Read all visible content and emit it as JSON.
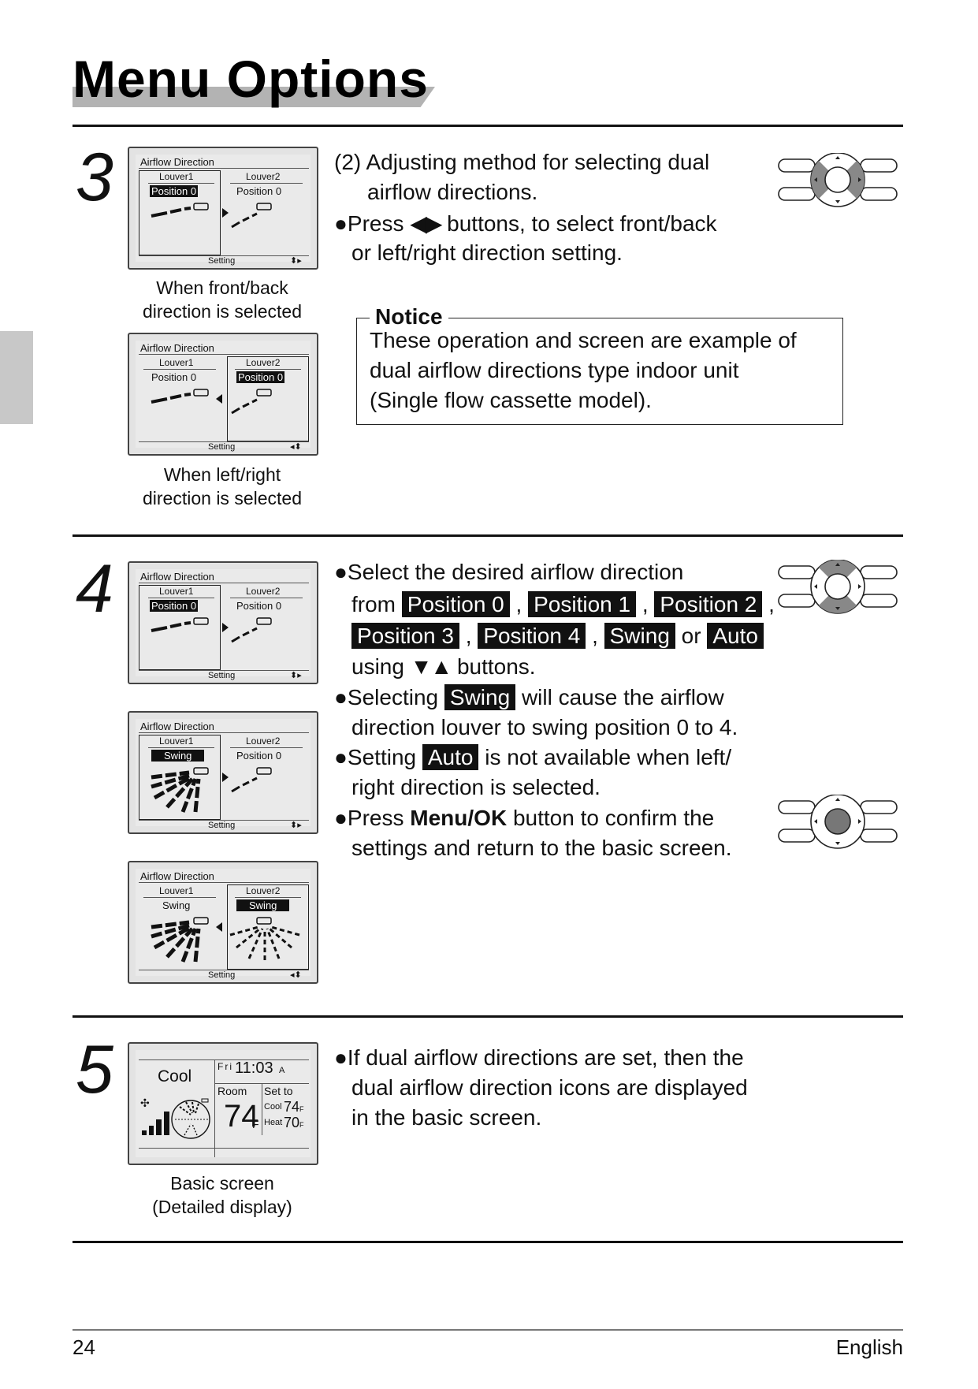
{
  "page_title": "Menu Options",
  "step3": {
    "number": "3",
    "screen_a": {
      "title": "Airflow Direction",
      "louver1": "Louver1",
      "louver2": "Louver2",
      "pos1": "Position 0",
      "pos2": "Position 0",
      "footer": "Setting"
    },
    "caption_a": [
      "When front/back",
      "direction is selected"
    ],
    "screen_b": {
      "title": "Airflow Direction",
      "louver1": "Louver1",
      "louver2": "Louver2",
      "pos1": "Position 0",
      "pos2": "Position 0",
      "footer": "Setting"
    },
    "caption_b": [
      "When left/right",
      "direction is selected"
    ],
    "heading_line1": "(2) Adjusting method for selecting dual",
    "heading_line2": "airflow directions.",
    "bullet_press": "Press",
    "bullet_rest": "buttons, to select front/back",
    "bullet_line2": "or left/right direction setting.",
    "notice_title": "Notice",
    "notice_lines": [
      "These operation and screen are example of",
      "dual airflow directions type indoor unit",
      "(Single flow cassette model)."
    ]
  },
  "step4": {
    "number": "4",
    "screen_a": {
      "title": "Airflow Direction",
      "louver1": "Louver1",
      "louver2": "Louver2",
      "pos1": "Position 0",
      "pos2": "Position 0",
      "footer": "Setting"
    },
    "screen_b": {
      "title": "Airflow Direction",
      "louver1": "Louver1",
      "louver2": "Louver2",
      "pos1": "Swing",
      "pos2": "Position 0",
      "footer": "Setting"
    },
    "screen_c": {
      "title": "Airflow Direction",
      "louver1": "Louver1",
      "louver2": "Louver2",
      "pos1": "Swing",
      "pos2": "Swing",
      "footer": "Setting"
    },
    "b1_line1": "Select the desired airflow direction",
    "b1_from": "from",
    "options": [
      "Position 0",
      "Position 1",
      "Position 2",
      "Position 3",
      "Position 4",
      "Swing",
      "Auto"
    ],
    "or_word": "or",
    "comma": ",",
    "using_word": "using",
    "buttons_word": "buttons.",
    "b2_pre": "Selecting",
    "b2_hl": "Swing",
    "b2_post": "will cause the airflow",
    "b2_line2": "direction louver to swing position 0 to 4.",
    "b3_pre": "Setting",
    "b3_hl": "Auto",
    "b3_post": "is not available when left/",
    "b3_line2": "right direction is selected.",
    "b4_pre": "Press",
    "b4_bold": "Menu/OK",
    "b4_post": "button to confirm the",
    "b4_line2": "settings and return to the basic screen."
  },
  "step5": {
    "number": "5",
    "screen": {
      "mode": "Cool",
      "day": "Fri",
      "time": "11:03",
      "ampm": "A",
      "room_label": "Room",
      "room_temp": "74",
      "room_unit": "F",
      "setto": "Set to",
      "cool_label": "Cool",
      "cool_temp": "74",
      "cool_unit": "F",
      "heat_label": "Heat",
      "heat_temp": "70",
      "heat_unit": "F"
    },
    "caption": [
      "Basic screen",
      "(Detailed display)"
    ],
    "line1": "If dual airflow directions are set, then the",
    "line2": "dual airflow direction icons are displayed",
    "line3": "in the basic screen."
  },
  "footer": {
    "page_number": "24",
    "language": "English"
  }
}
